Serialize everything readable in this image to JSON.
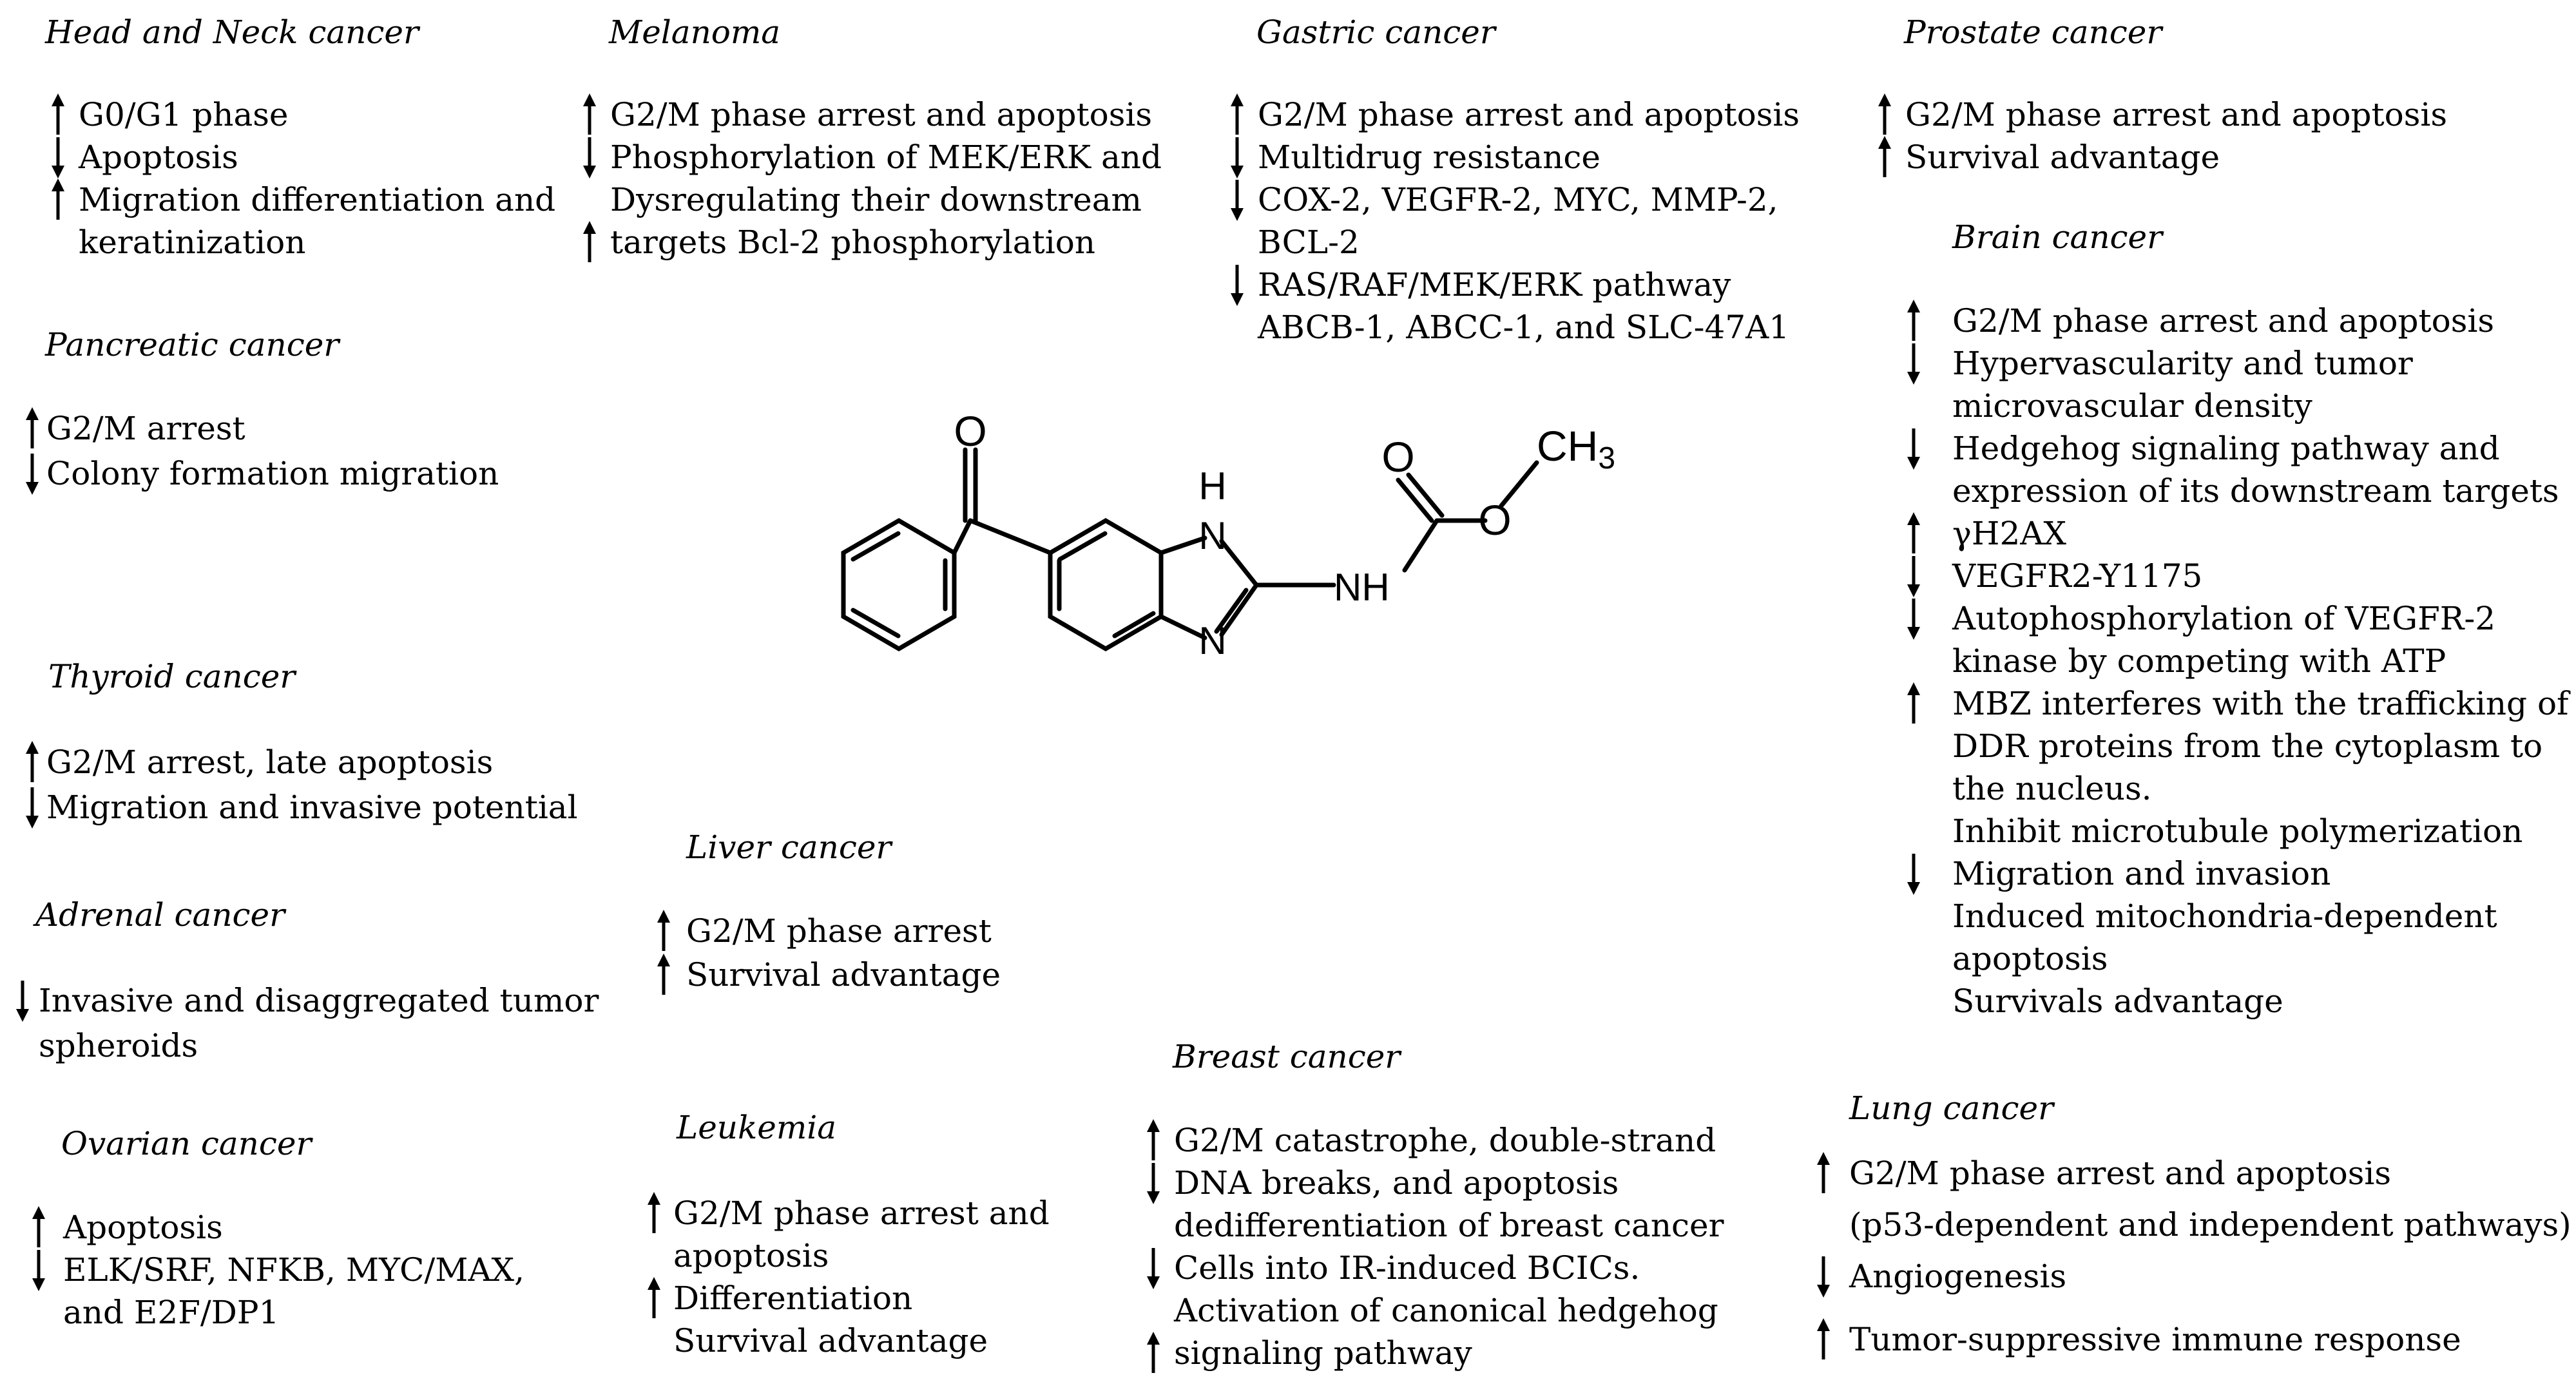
{
  "molecule": {
    "atoms": {
      "o_ketone": "O",
      "o_carbonyl": "O",
      "o_ester": "O",
      "nh_ring": "H",
      "n_ring_top": "N",
      "n_ring_bottom": "N",
      "nh_amine": "NH",
      "methyl": "CH",
      "methyl_sub": "3"
    }
  },
  "sections": [
    {
      "title": "Head and Neck cancer",
      "lines": [
        {
          "arrow": "up",
          "text": "G0/G1 phase"
        },
        {
          "arrow": "down",
          "text": "Apoptosis"
        },
        {
          "arrow": "up",
          "text": " Migration differentiation and"
        },
        {
          "arrow": "",
          "text": "keratinization"
        }
      ]
    },
    {
      "title": "Melanoma",
      "lines": [
        {
          "arrow": "up",
          "text": "G2/M phase arrest and apoptosis"
        },
        {
          "arrow": "down",
          "text": "Phosphorylation of MEK/ERK and"
        },
        {
          "arrow": "",
          "text": "Dysregulating their downstream"
        },
        {
          "arrow": "up",
          "text": "targets Bcl-2 phosphorylation"
        }
      ]
    },
    {
      "title": "Gastric cancer",
      "lines": [
        {
          "arrow": "up",
          "text": " G2/M phase arrest and apoptosis"
        },
        {
          "arrow": "down",
          "text": "Multidrug resistance"
        },
        {
          "arrow": "down",
          "text": "COX-2, VEGFR-2, MYC, MMP-2,"
        },
        {
          "arrow": "",
          "text": "BCL-2"
        },
        {
          "arrow": "down",
          "text": "RAS/RAF/MEK/ERK pathway"
        },
        {
          "arrow": "",
          "text": "ABCB-1, ABCC-1, and SLC-47A1"
        }
      ]
    },
    {
      "title": "Prostate cancer",
      "lines": [
        {
          "arrow": "up",
          "text": "G2/M phase arrest and apoptosis"
        },
        {
          "arrow": "up",
          "text": "Survival advantage"
        }
      ]
    },
    {
      "title": "Brain cancer",
      "lines": [
        {
          "arrow": "up",
          "text": "G2/M phase arrest   and apoptosis"
        },
        {
          "arrow": "down",
          "text": "Hypervascularity and tumor"
        },
        {
          "arrow": "",
          "text": "microvascular density"
        },
        {
          "arrow": "down",
          "text": "Hedgehog signaling pathway and"
        },
        {
          "arrow": "",
          "text": "expression of its downstream targets"
        },
        {
          "arrow": "up",
          "text": "γH2AX"
        },
        {
          "arrow": "down",
          "text": "VEGFR2-Y1175"
        },
        {
          "arrow": "down",
          "text": "Autophosphorylation of VEGFR-2"
        },
        {
          "arrow": "",
          "text": "kinase by competing with ATP"
        },
        {
          "arrow": "up",
          "text": "MBZ interferes with the trafficking of"
        },
        {
          "arrow": "",
          "text": "DDR proteins from the cytoplasm to"
        },
        {
          "arrow": "",
          "text": "the nucleus."
        },
        {
          "arrow": "",
          "text": "Inhibit microtubule polymerization"
        },
        {
          "arrow": "down",
          "text": "Migration and invasion"
        },
        {
          "arrow": "",
          "text": "Induced mitochondria-dependent"
        },
        {
          "arrow": "",
          "text": "apoptosis"
        },
        {
          "arrow": "",
          "text": "Survivals advantage"
        }
      ]
    },
    {
      "title": "Pancreatic cancer",
      "lines": [
        {
          "arrow": "up",
          "text": " G2/M arrest"
        },
        {
          "arrow": "down",
          "text": "Colony formation migration"
        }
      ]
    },
    {
      "title": "Thyroid  cancer",
      "lines": [
        {
          "arrow": "up",
          "text": " G2/M arrest, late apoptosis"
        },
        {
          "arrow": "down",
          "text": "Migration and invasive potential"
        }
      ]
    },
    {
      "title": "Adrenal cancer",
      "lines": [
        {
          "arrow": "down",
          "text": "Invasive and disaggregated tumor"
        },
        {
          "arrow": "",
          "text": "spheroids"
        }
      ]
    },
    {
      "title": "Ovarian cancer",
      "lines": [
        {
          "arrow": "up",
          "text": "Apoptosis"
        },
        {
          "arrow": "down",
          "text": "ELK/SRF, NFKB, MYC/MAX,"
        },
        {
          "arrow": "",
          "text": "and E2F/DP1"
        }
      ]
    },
    {
      "title": "Liver cancer",
      "lines": [
        {
          "arrow": "up",
          "text": " G2/M phase arrest"
        },
        {
          "arrow": "up",
          "text": "Survival advantage"
        }
      ]
    },
    {
      "title": "Leukemia",
      "lines": [
        {
          "arrow": "up",
          "text": " G2/M phase arrest and"
        },
        {
          "arrow": "",
          "text": "apoptosis"
        },
        {
          "arrow": "up",
          "text": " Differentiation"
        },
        {
          "arrow": "",
          "text": "Survival advantage"
        }
      ]
    },
    {
      "title": "Breast cancer",
      "lines": [
        {
          "arrow": "up",
          "text": " G2/M catastrophe, double-strand"
        },
        {
          "arrow": "down",
          "text": "DNA breaks, and apoptosis"
        },
        {
          "arrow": "",
          "text": "dedifferentiation of breast cancer"
        },
        {
          "arrow": "down",
          "text": "Cells into IR-induced BCICs."
        },
        {
          "arrow": "",
          "text": "Activation of canonical hedgehog"
        },
        {
          "arrow": "up",
          "text": "signaling pathway"
        }
      ]
    },
    {
      "title": "Lung cancer",
      "lines": [
        {
          "arrow": "up",
          "text": " G2/M phase arrest and apoptosis"
        },
        {
          "arrow": "",
          "text": "(p53-dependent and independent pathways)"
        },
        {
          "arrow": "down",
          "text": " Angiogenesis"
        },
        {
          "arrow": "up",
          "text": " Tumor-suppressive immune response"
        }
      ]
    }
  ]
}
